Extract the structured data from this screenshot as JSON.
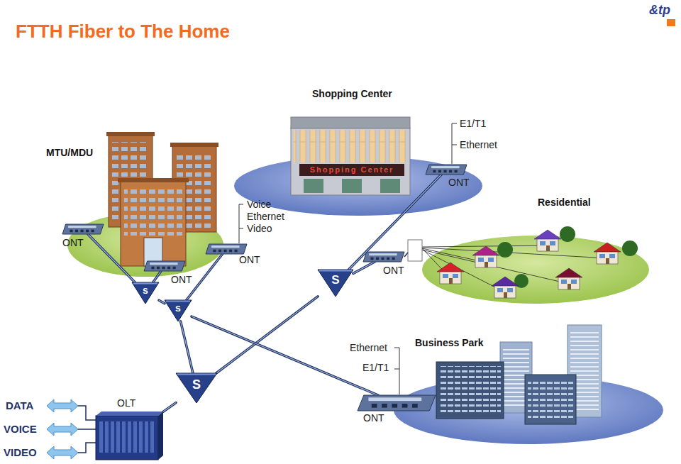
{
  "diagram": {
    "title": "FTTH Fiber to The Home",
    "nodes": [
      {
        "text": [
          "MTU/MDU"
        ]
      },
      {
        "text": [
          "ONT"
        ]
      },
      {
        "text": [
          "ONT"
        ]
      },
      {
        "text": [
          "ONT"
        ]
      },
      {
        "text": [
          "Shopping Center"
        ]
      },
      {
        "text": [
          "ONT"
        ]
      },
      {
        "text": [
          "Residential"
        ]
      },
      {
        "text": [
          "ONT"
        ]
      },
      {
        "text": [
          "s"
        ]
      },
      {
        "text": [
          "s"
        ]
      },
      {
        "text": [
          "S"
        ]
      },
      {
        "text": [
          "Business Park"
        ]
      },
      {
        "text": [
          "ONT"
        ]
      },
      {
        "text": [
          "S"
        ]
      },
      {
        "text": [
          "OLT"
        ]
      }
    ],
    "edges": [
      {
        "from": 14,
        "to": 13,
        "arrow": "none"
      },
      {
        "from": 13,
        "to": 10,
        "arrow": "none"
      },
      {
        "from": 10,
        "to": 5,
        "arrow": "none"
      },
      {
        "from": 10,
        "to": 7,
        "arrow": "none"
      },
      {
        "from": 13,
        "to": 9,
        "arrow": "none"
      },
      {
        "from": 9,
        "to": 8,
        "arrow": "none"
      },
      {
        "from": 8,
        "to": 1,
        "arrow": "none"
      },
      {
        "from": 8,
        "to": 2,
        "arrow": "none"
      },
      {
        "from": 9,
        "to": 3,
        "arrow": "none"
      },
      {
        "from": 9,
        "to": 12,
        "arrow": "none"
      }
    ],
    "labels": [
      "&tp",
      "E1/T1",
      "Ethernet",
      "Shopping Center",
      "Voice",
      "Ethernet",
      "Video",
      "Ethernet",
      "E1/T1",
      "DATA",
      "VOICE",
      "VIDEO"
    ]
  }
}
